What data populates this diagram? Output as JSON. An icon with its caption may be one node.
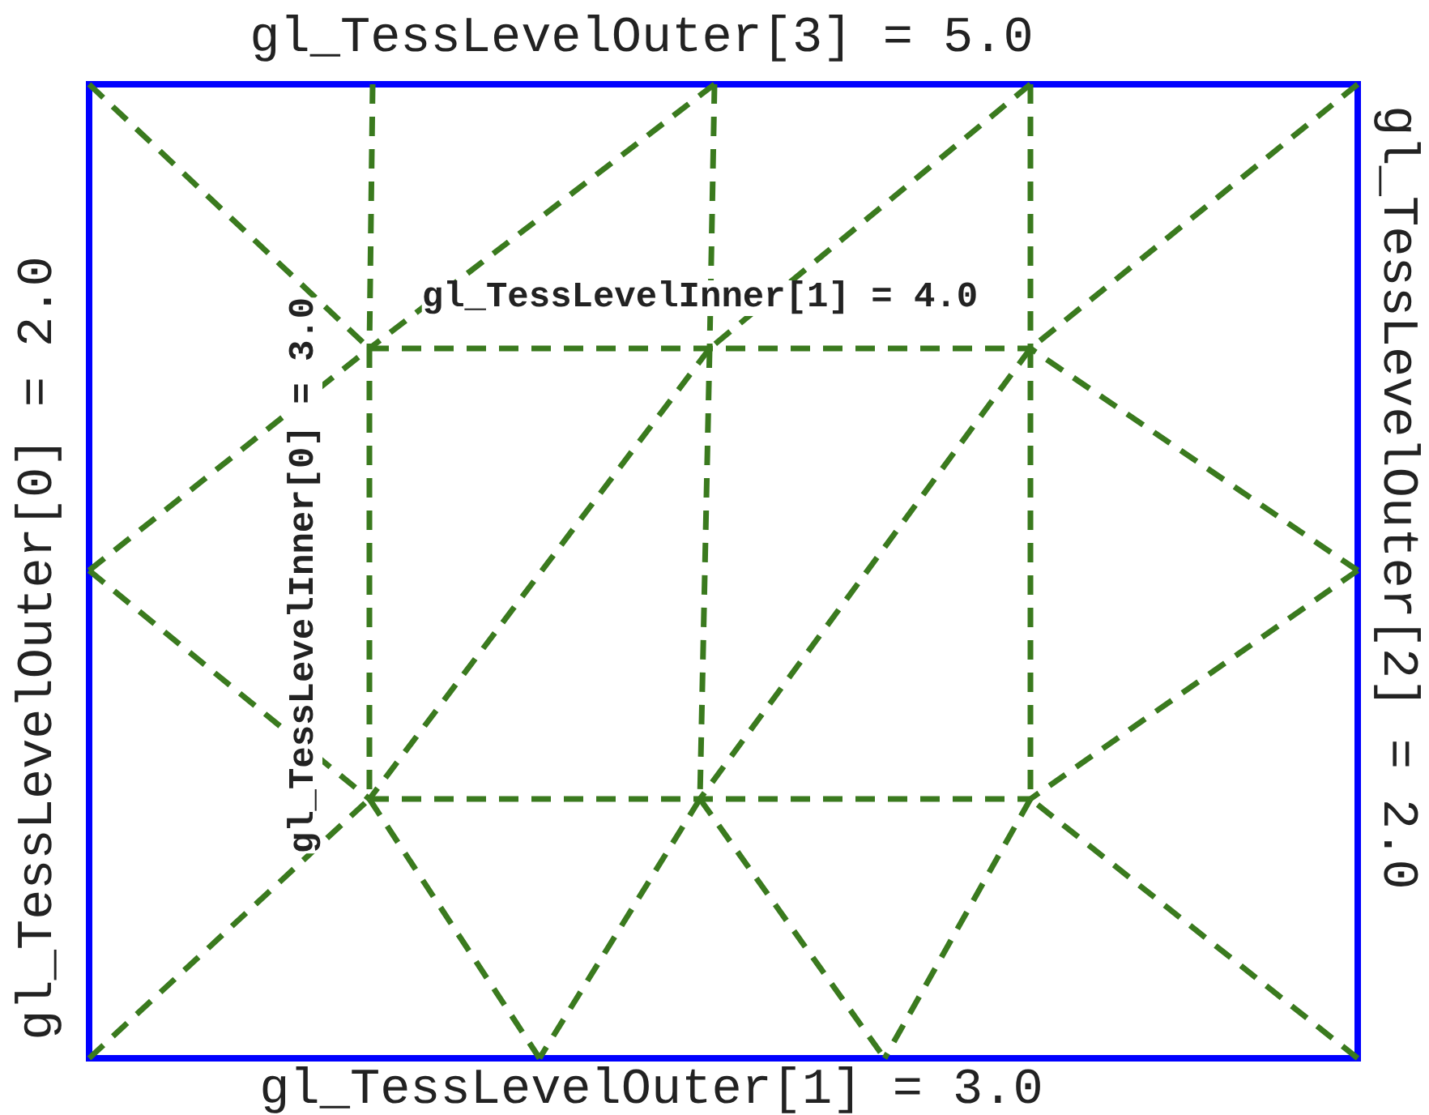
{
  "diagram": {
    "labels": [
      "gl_TessLevelOuter[3] = 5.0",
      "gl_TessLevelOuter[0] = 2.0",
      "gl_TessLevelInner[0] = 3.0",
      "gl_TessLevelInner[1] = 4.0",
      "gl_TessLevelOuter[2] = 2.0",
      "gl_TessLevelOuter[1] = 3.0"
    ]
  }
}
